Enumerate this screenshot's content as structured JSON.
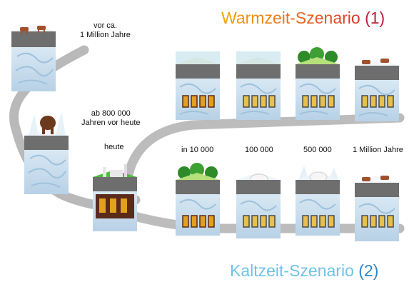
{
  "titles": {
    "warm_text": "Warmzeit-Szenario",
    "warm_num": "(1)",
    "cold_text": "Kaltzeit-Szenario",
    "cold_num": "(2)"
  },
  "labels": {
    "past_1m_line1": "vor ca.",
    "past_1m_line2": "1 Million Jahre",
    "past_800k_line1": "ab 800 000",
    "past_800k_line2": "Jahren vor heute",
    "today": "heute",
    "t10k": "in 10 000",
    "t100k": "100 000",
    "t500k": "500 000",
    "t1m": "1 Million Jahre"
  },
  "colors": {
    "warm_gradient": [
      "#f5a300",
      "#e8701a",
      "#d8332a"
    ],
    "warm_num": "#c0203a",
    "cold_title": "#6ec3e6",
    "cold_num": "#2f87c9",
    "path": "#b7b7b7",
    "ice": "#dcebf5",
    "ice_swirl": "#9fc2dc",
    "cube_dark": "#6e6e6e",
    "grass": "#4bbf3a",
    "container": "#e2a11c"
  }
}
